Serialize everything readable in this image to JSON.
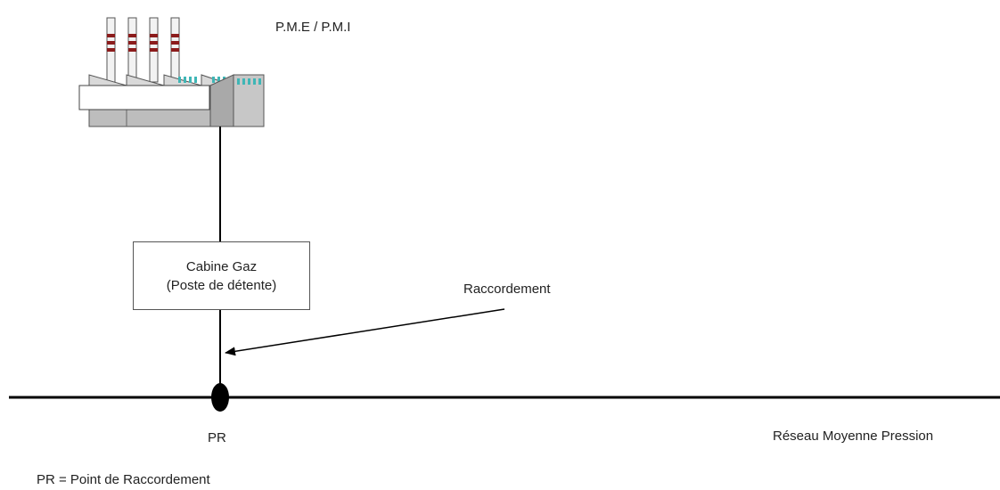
{
  "factory": {
    "label": "P.M.E / P.M.I"
  },
  "cabine": {
    "line1": "Cabine Gaz",
    "line2": "(Poste de détente)"
  },
  "raccordement_label": "Raccordement",
  "pr_label": "PR",
  "network_label": "Réseau Moyenne Pression",
  "legend": "PR = Point de Raccordement",
  "colors": {
    "line": "#000000",
    "factory_gray": "#bdbdbd",
    "chimney_red": "#8b1c1c",
    "window_teal": "#3fb6b6"
  }
}
